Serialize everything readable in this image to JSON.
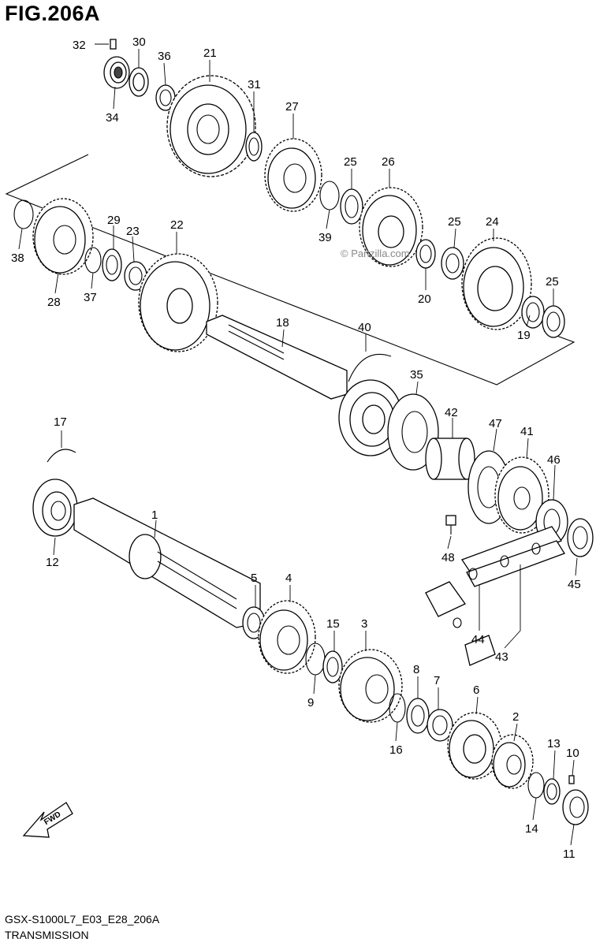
{
  "header": {
    "title": "FIG.206A"
  },
  "footer": {
    "model_code": "GSX-S1000L7_E03_E28_206A",
    "section_name": "TRANSMISSION"
  },
  "watermark": "© Partzilla.com",
  "colors": {
    "ink": "#000000",
    "paper": "#ffffff",
    "watermark": "#888888"
  },
  "callouts": [
    "32",
    "30",
    "36",
    "21",
    "31",
    "34",
    "27",
    "25",
    "26",
    "39",
    "38",
    "29",
    "23",
    "22",
    "25",
    "24",
    "28",
    "37",
    "20",
    "25",
    "18",
    "40",
    "19",
    "35",
    "42",
    "47",
    "41",
    "17",
    "46",
    "1",
    "48",
    "12",
    "45",
    "5",
    "4",
    "15",
    "3",
    "44",
    "43",
    "8",
    "7",
    "9",
    "6",
    "2",
    "16",
    "13",
    "10",
    "14",
    "11"
  ],
  "fwd_label": "FWD"
}
